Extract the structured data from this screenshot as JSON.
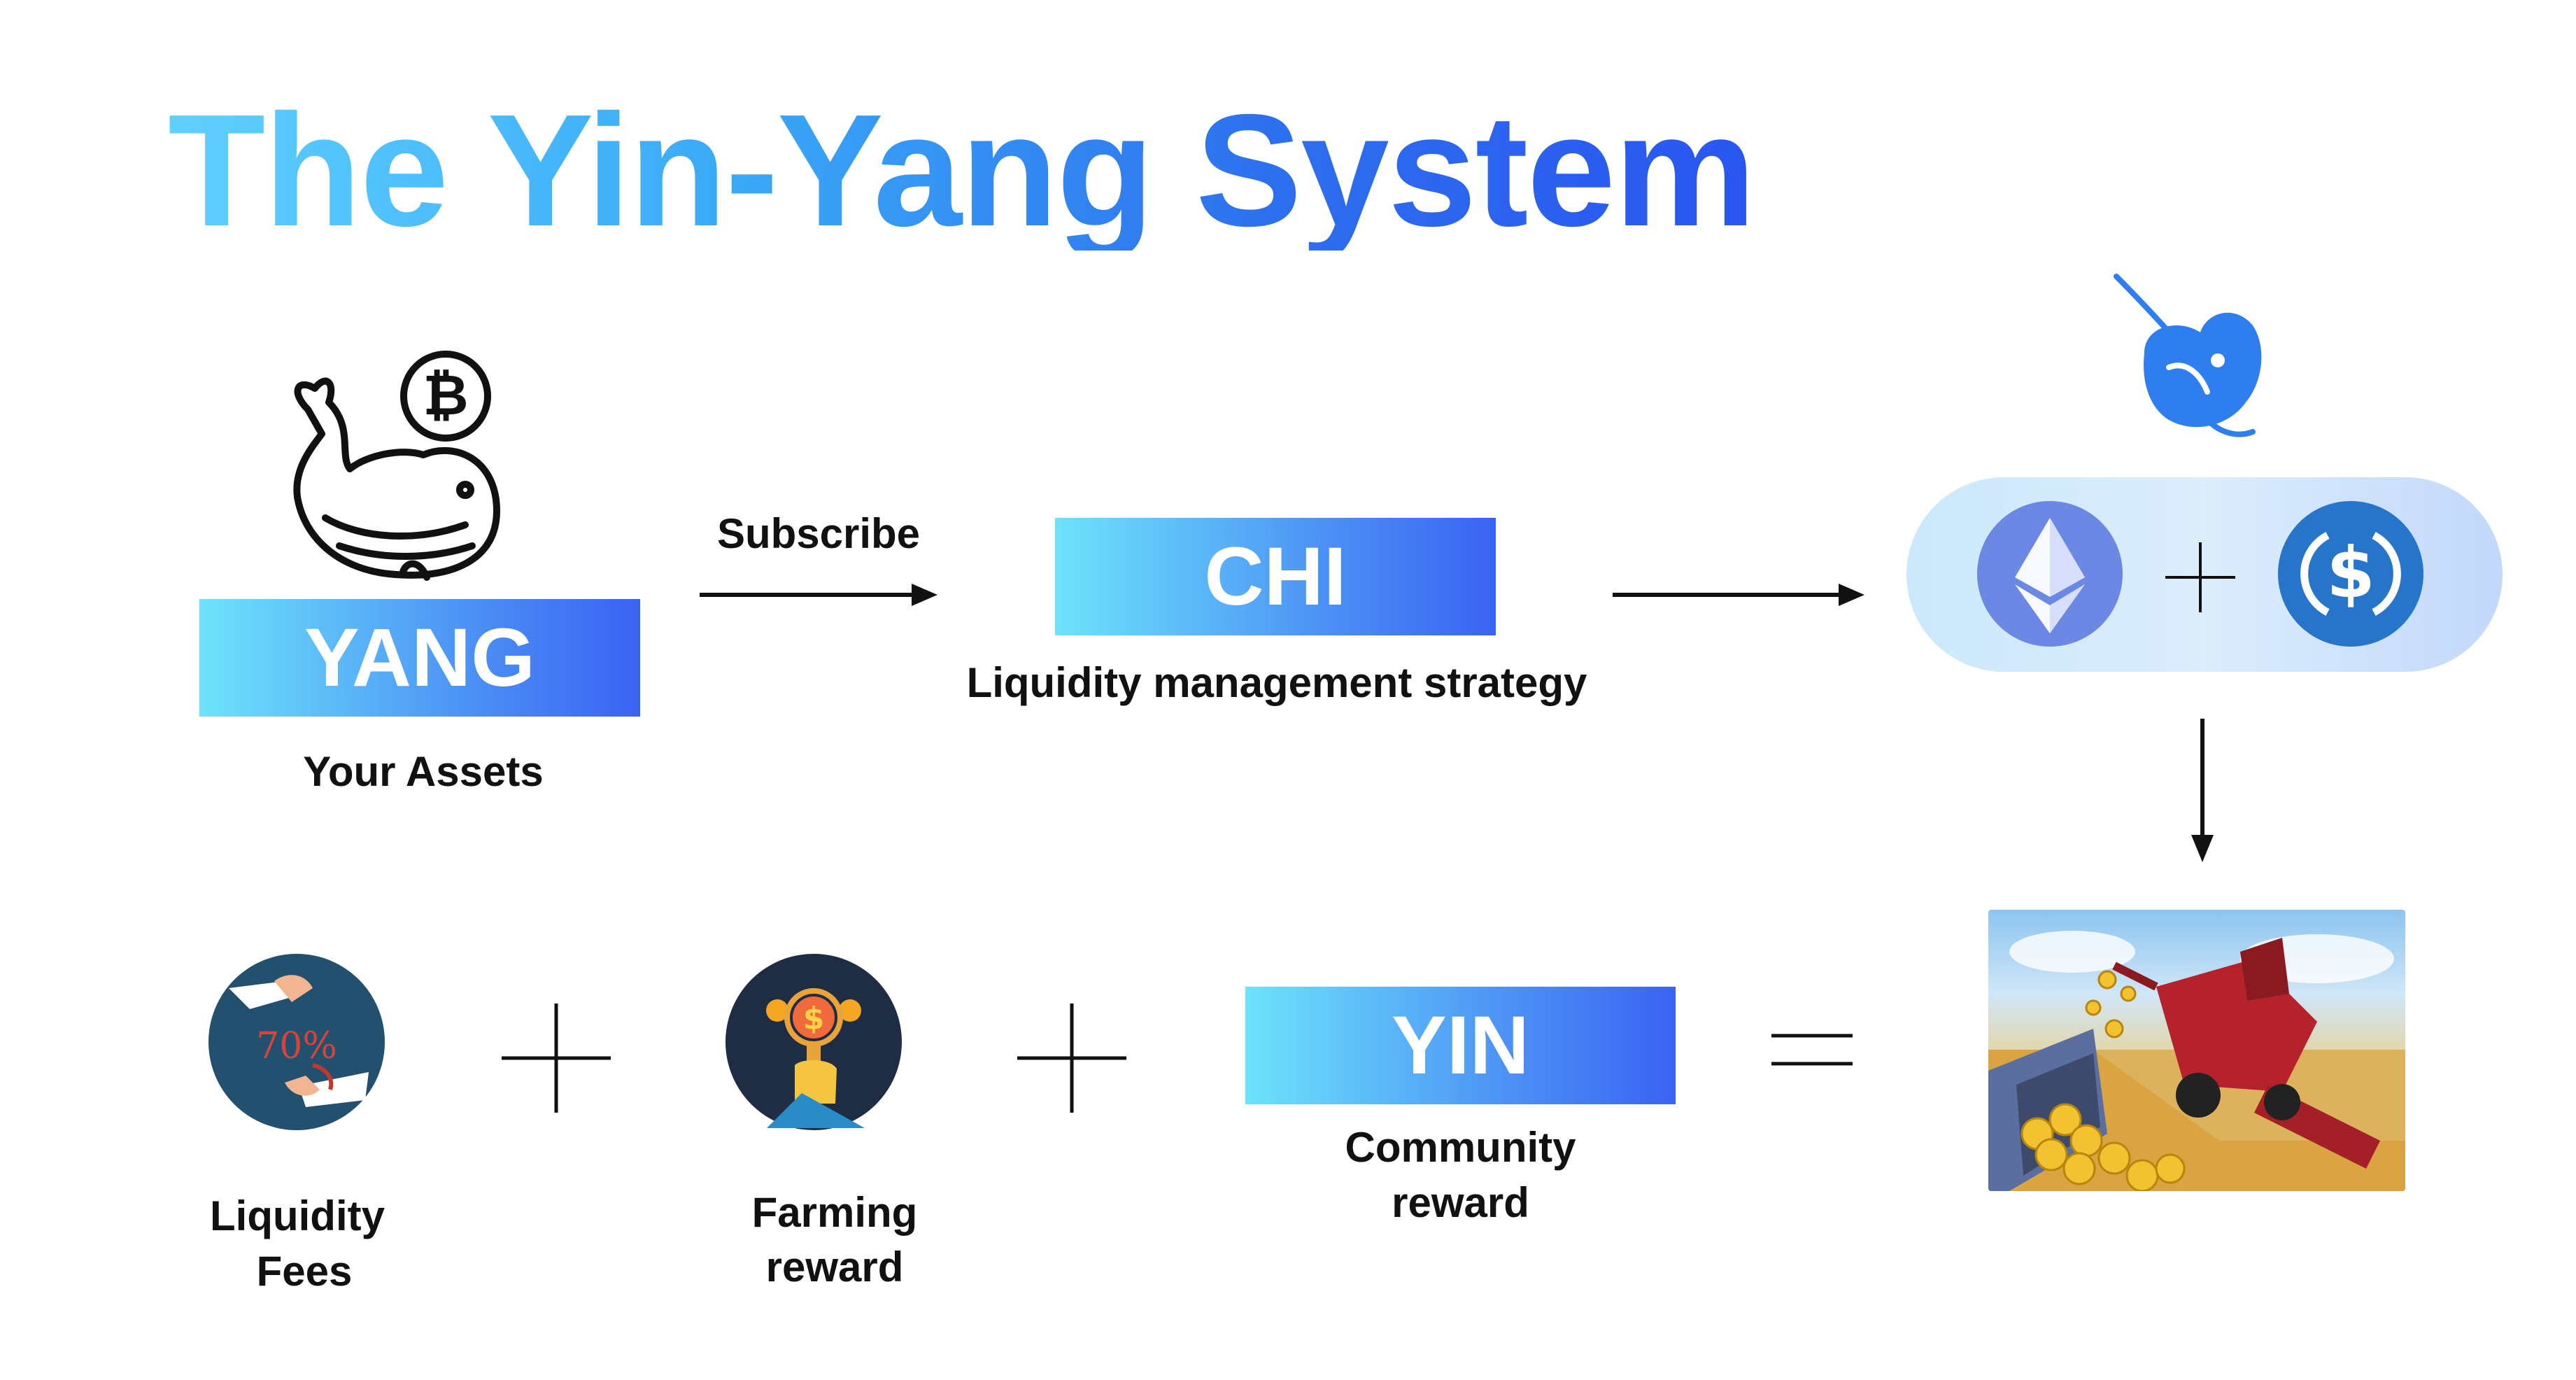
{
  "title": "The Yin-Yang System",
  "yang": {
    "badge": "YANG",
    "caption": "Your Assets"
  },
  "subscribe_label": "Subscribe",
  "chi": {
    "badge": "CHI",
    "caption": "Liquidity management strategy"
  },
  "yin": {
    "badge": "YIN",
    "caption_line1": "Community",
    "caption_line2": "reward"
  },
  "liquidity_fees": {
    "line1": "Liquidity",
    "line2": "Fees",
    "icon_text": "70%"
  },
  "farming_reward": {
    "line1": "Farming",
    "line2": "reward"
  },
  "icons": {
    "whale": "whale-bitcoin-icon",
    "uniswap": "uniswap-unicorn-icon",
    "eth": "ethereum-icon",
    "usdc": "usdc-icon",
    "harvester": "combine-harvester-coins-image"
  },
  "colors": {
    "badge_start": "#6de3fb",
    "badge_end": "#3a63f3",
    "uniswap_blue": "#2f7ef0",
    "eth_blue": "#6a88e4",
    "usdc_blue": "#2775ca"
  }
}
